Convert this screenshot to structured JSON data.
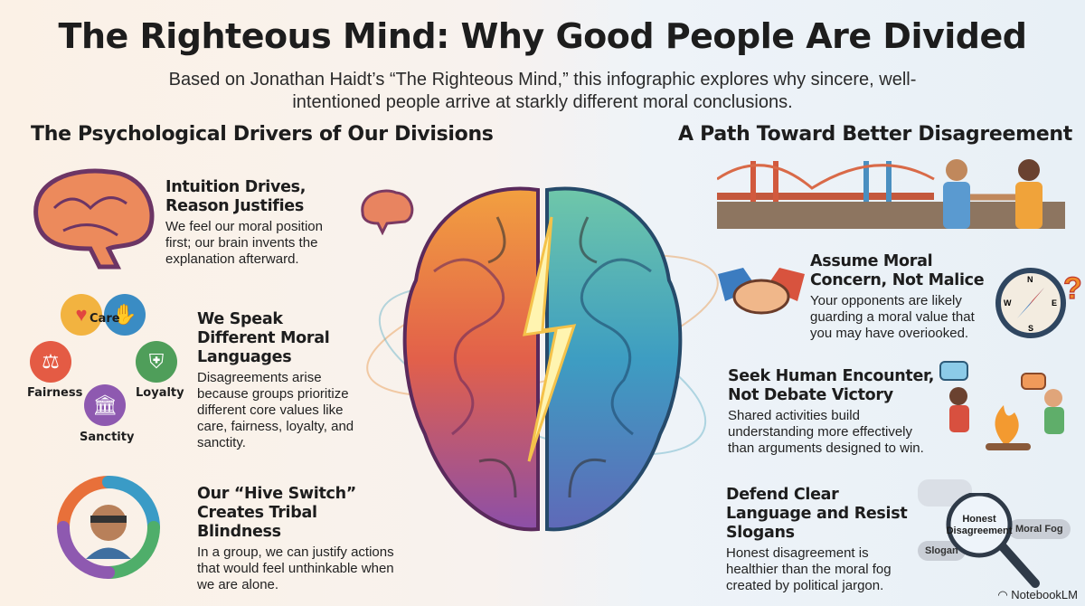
{
  "title": "The Righteous Mind: Why Good People Are Divided",
  "subtitle": "Based on Jonathan Haidt’s “The Righteous Mind,” this infographic explores why sincere, well-intentioned people arrive at starkly different moral conclusions.",
  "left": {
    "heading": "The Psychological Drivers of Our Divisions",
    "items": [
      {
        "title": "Intuition Drives, Reason Justifies",
        "body": "We feel our moral position first; our brain invents the explanation afterward."
      },
      {
        "title": "We Speak Different Moral Languages",
        "body": "Disagreements arise because groups prioritize different core values like care, fairness, loyalty, and sanctity."
      },
      {
        "title": "Our “Hive Switch” Creates Tribal Blindness",
        "body": "In a group, we can justify actions that would feel unthinkable when we are alone."
      }
    ],
    "foundations": [
      "Care",
      "Loyalty",
      "Sanctity",
      "Fairness"
    ]
  },
  "right": {
    "heading": "A Path Toward Better Disagreement",
    "items": [
      {
        "title": "Assume Moral Concern, Not Malice",
        "body": "Your opponents are likely guarding a moral value that you may have overiooked."
      },
      {
        "title": "Seek Human Encounter, Not Debate Victory",
        "body": "Shared activities build understanding more effectively than arguments designed to win."
      },
      {
        "title": "Defend Clear Language and Resist Slogans",
        "body": "Honest disagreement is healthier than the moral fog created by political jargon."
      }
    ],
    "compass": [
      "N",
      "E",
      "S",
      "W"
    ],
    "magnifier": {
      "center": "Honest Disagreement",
      "bubbles": [
        "Moral Fog",
        "Slogan"
      ]
    }
  },
  "brand": "NotebookLM",
  "colors": {
    "warm": "#e8743a",
    "cool": "#2f8fb0",
    "purple": "#8a4a9c"
  }
}
